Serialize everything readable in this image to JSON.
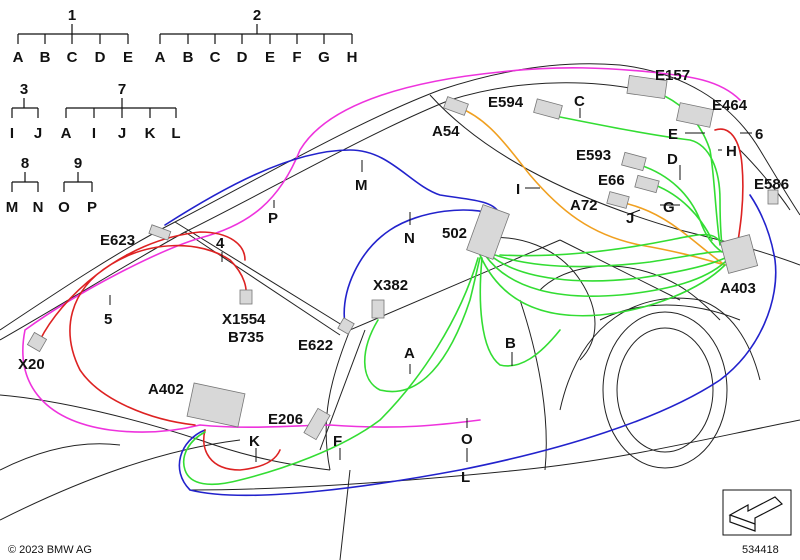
{
  "legend": {
    "group1": {
      "number": "1",
      "items": [
        "A",
        "B",
        "C",
        "D",
        "E"
      ]
    },
    "group2": {
      "number": "2",
      "items": [
        "A",
        "B",
        "C",
        "D",
        "E",
        "F",
        "G",
        "H"
      ]
    },
    "group3": {
      "number": "3",
      "items": [
        "I",
        "J"
      ]
    },
    "group7": {
      "number": "7",
      "items": [
        "A",
        "I",
        "J",
        "K",
        "L"
      ]
    },
    "group8": {
      "number": "8",
      "items": [
        "M",
        "N"
      ]
    },
    "group9": {
      "number": "9",
      "items": [
        "O",
        "P"
      ]
    }
  },
  "labels": {
    "e157": "E157",
    "e594": "E594",
    "c": "C",
    "e464": "E464",
    "a54": "A54",
    "e": "E",
    "six": "6",
    "h": "H",
    "e593": "E593",
    "d": "D",
    "e66": "E66",
    "e586": "E586",
    "m": "M",
    "i": "I",
    "a72": "A72",
    "g": "G",
    "j": "J",
    "p": "P",
    "e623": "E623",
    "four": "4",
    "n": "N",
    "n502": "502",
    "a403": "A403",
    "x382": "X382",
    "five": "5",
    "x1554": "X1554",
    "b735": "B735",
    "e622": "E622",
    "x20": "X20",
    "a": "A",
    "b": "B",
    "a402": "A402",
    "e206": "E206",
    "k": "K",
    "f": "F",
    "o": "O",
    "l": "L"
  },
  "footer": {
    "copyright": "© 2023 BMW AG",
    "ref_number": "534418"
  },
  "colors": {
    "green": "#33dd33",
    "magenta": "#ee33dd",
    "orange": "#f0a020",
    "blue": "#2222cc",
    "red": "#dd2222"
  }
}
